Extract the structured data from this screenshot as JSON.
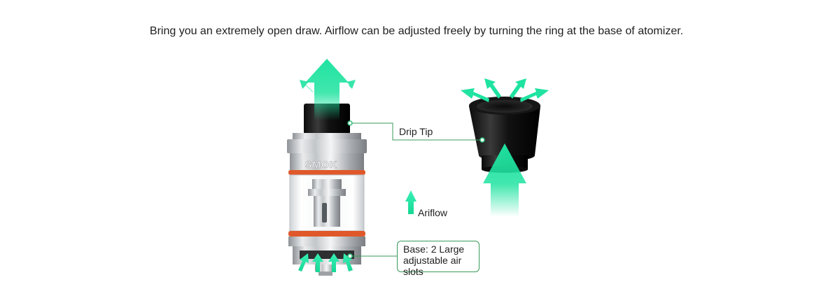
{
  "caption": "Bring you an extremely open draw. Airflow can be adjusted freely by turning the ring at the base of atomizer.",
  "labels": {
    "drip_tip": "Drip Tip",
    "airflow": "Ariflow",
    "base_line1": "Base: 2 Large",
    "base_line2": "adjustable air slots"
  },
  "logo": "SMOK",
  "colors": {
    "airflow_arrow": "#1fe3a0",
    "callout_line": "#3a9a5a",
    "seal_ring": "#e0582a",
    "steel": "#b9bcbf"
  }
}
